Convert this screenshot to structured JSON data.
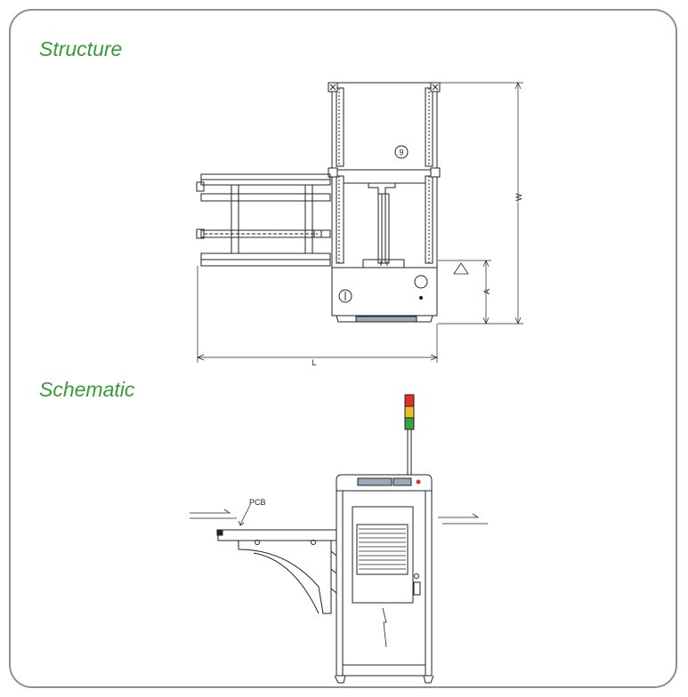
{
  "headings": {
    "structure": "Structure",
    "schematic": "Schematic"
  },
  "dimensions": {
    "w": "W",
    "l": "L",
    "a": "A"
  },
  "labels": {
    "part_number": "9",
    "pcb": "PCB"
  },
  "colors": {
    "heading": "#3a9a3a",
    "light_red": "#e03030",
    "light_yellow": "#e8c020",
    "light_green": "#3aa040",
    "line": "#222222"
  }
}
